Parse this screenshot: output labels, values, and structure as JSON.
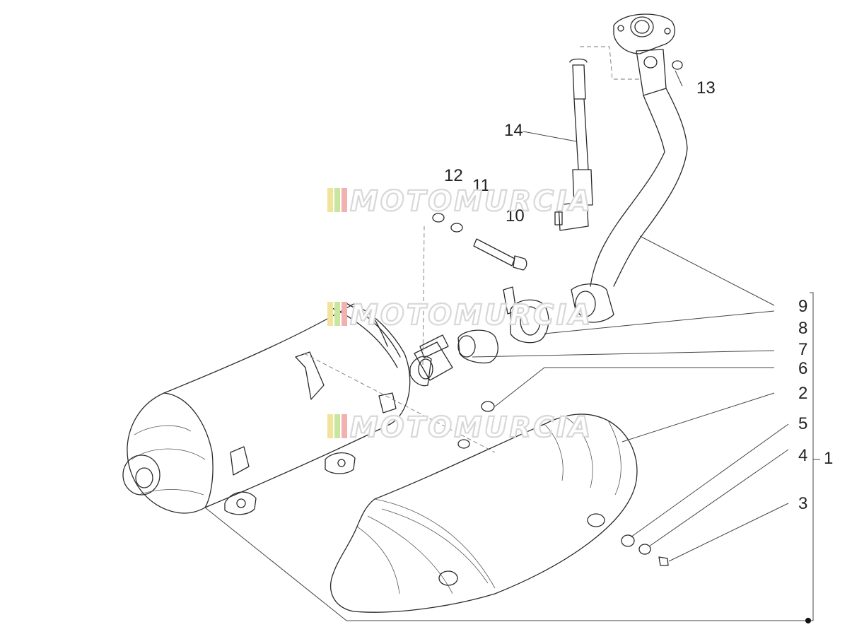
{
  "diagram": {
    "callouts": [
      {
        "id": "c1",
        "text": "1"
      },
      {
        "id": "c2",
        "text": "2"
      },
      {
        "id": "c3",
        "text": "3"
      },
      {
        "id": "c4",
        "text": "4"
      },
      {
        "id": "c5",
        "text": "5"
      },
      {
        "id": "c6",
        "text": "6"
      },
      {
        "id": "c7",
        "text": "7"
      },
      {
        "id": "c8",
        "text": "8"
      },
      {
        "id": "c9",
        "text": "9"
      },
      {
        "id": "c10",
        "text": "10"
      },
      {
        "id": "c11",
        "text": "11"
      },
      {
        "id": "c12",
        "text": "12"
      },
      {
        "id": "c13",
        "text": "13"
      },
      {
        "id": "c14",
        "text": "14"
      }
    ],
    "watermark": {
      "text": "MOTOMURCIA",
      "stripe_colors": [
        "#f2e39a",
        "#c8e6a0",
        "#f2b0b0"
      ]
    },
    "colors": {
      "line": "#2a2a2a",
      "lead": "#444444",
      "dashed": "#777777",
      "background": "#ffffff"
    }
  }
}
